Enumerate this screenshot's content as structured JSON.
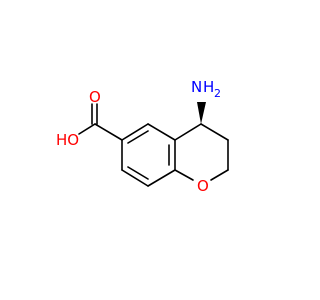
{
  "molecule": {
    "atoms": {
      "amine_n": "N",
      "amine_h": "H",
      "amine_h_count": "2",
      "carbonyl_o": "O",
      "hydroxyl": "HO",
      "ring_o": "O"
    },
    "colors": {
      "bond": "#000000",
      "oxygen": "#ff0000",
      "nitrogen": "#0000ff"
    }
  }
}
